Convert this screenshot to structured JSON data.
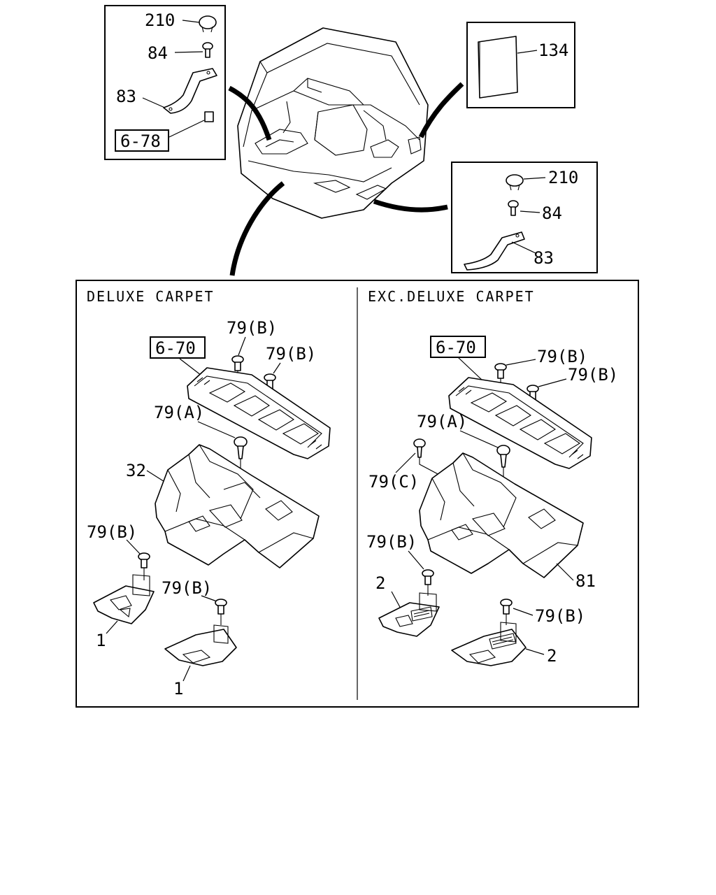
{
  "callouts": {
    "top_left": {
      "clip": "210",
      "screw": "84",
      "bracket": "83",
      "ref": "6-78"
    },
    "top_right": {
      "manual": "134"
    },
    "mid_right": {
      "clip": "210",
      "screw": "84",
      "bracket": "83"
    }
  },
  "deluxe": {
    "heading": "DELUXE CARPET",
    "ref": "6-70",
    "bolt_b1": "79(B)",
    "bolt_b2": "79(B)",
    "bolt_a": "79(A)",
    "floor": "32",
    "mat_bolt_left": "79(B)",
    "mat_bolt_right": "79(B)",
    "mat_left": "1",
    "mat_right": "1"
  },
  "exc_deluxe": {
    "heading": "EXC.DELUXE CARPET",
    "ref": "6-70",
    "bolt_b1": "79(B)",
    "bolt_b2": "79(B)",
    "bolt_a": "79(A)",
    "bolt_c": "79(C)",
    "floor": "81",
    "mat_bolt_left": "79(B)",
    "mat_bolt_right": "79(B)",
    "mat_left": "2",
    "mat_right": "2"
  }
}
